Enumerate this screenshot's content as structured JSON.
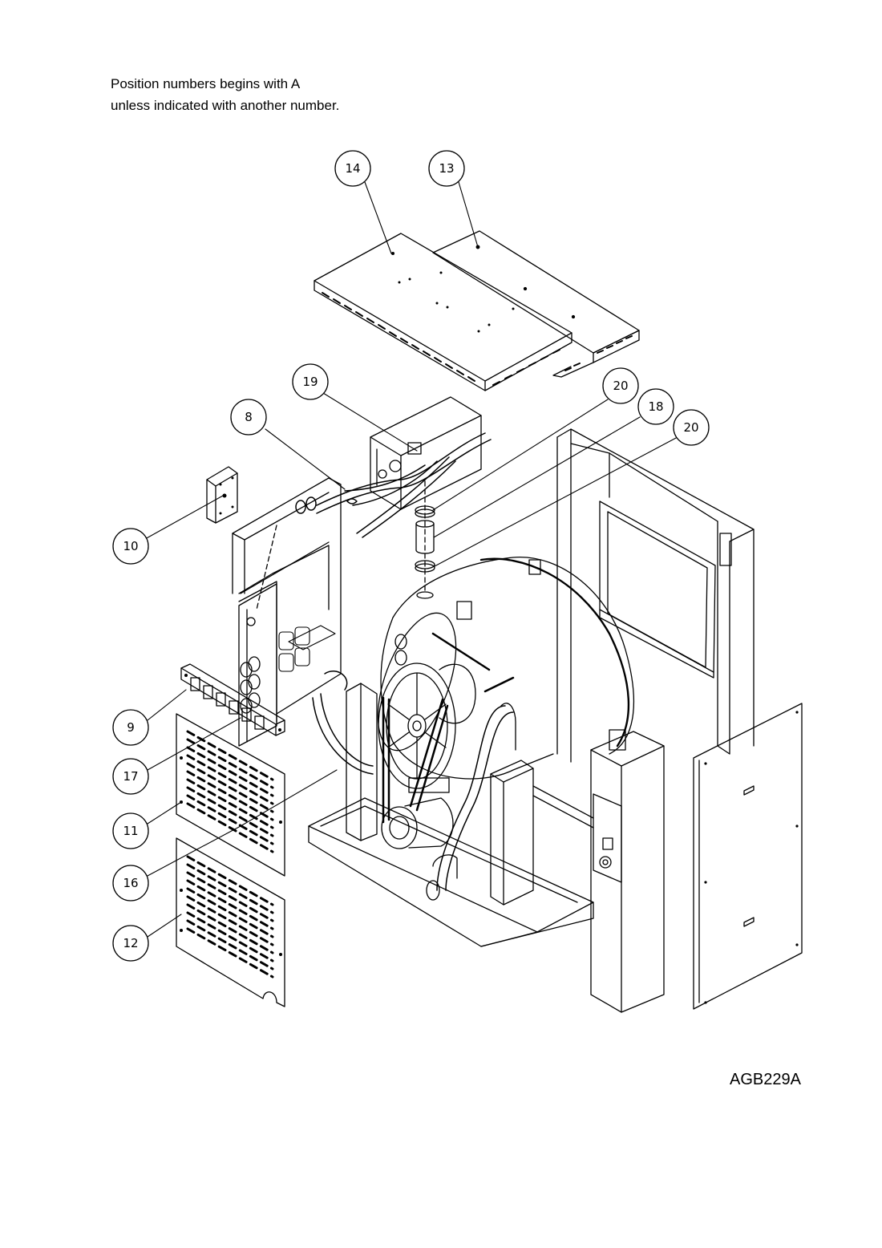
{
  "note": {
    "line1": "Position numbers begins with A",
    "line2": "unless indicated with another number."
  },
  "drawing_ref": "AGB229A",
  "callouts": [
    {
      "id": "c14",
      "label": "14"
    },
    {
      "id": "c13",
      "label": "13"
    },
    {
      "id": "c19",
      "label": "19"
    },
    {
      "id": "c20a",
      "label": "20"
    },
    {
      "id": "c8",
      "label": "8"
    },
    {
      "id": "c18",
      "label": "18"
    },
    {
      "id": "c20b",
      "label": "20"
    },
    {
      "id": "c10",
      "label": "10"
    },
    {
      "id": "c9",
      "label": "9"
    },
    {
      "id": "c17",
      "label": "17"
    },
    {
      "id": "c11",
      "label": "11"
    },
    {
      "id": "c16",
      "label": "16"
    },
    {
      "id": "c12",
      "label": "12"
    }
  ]
}
